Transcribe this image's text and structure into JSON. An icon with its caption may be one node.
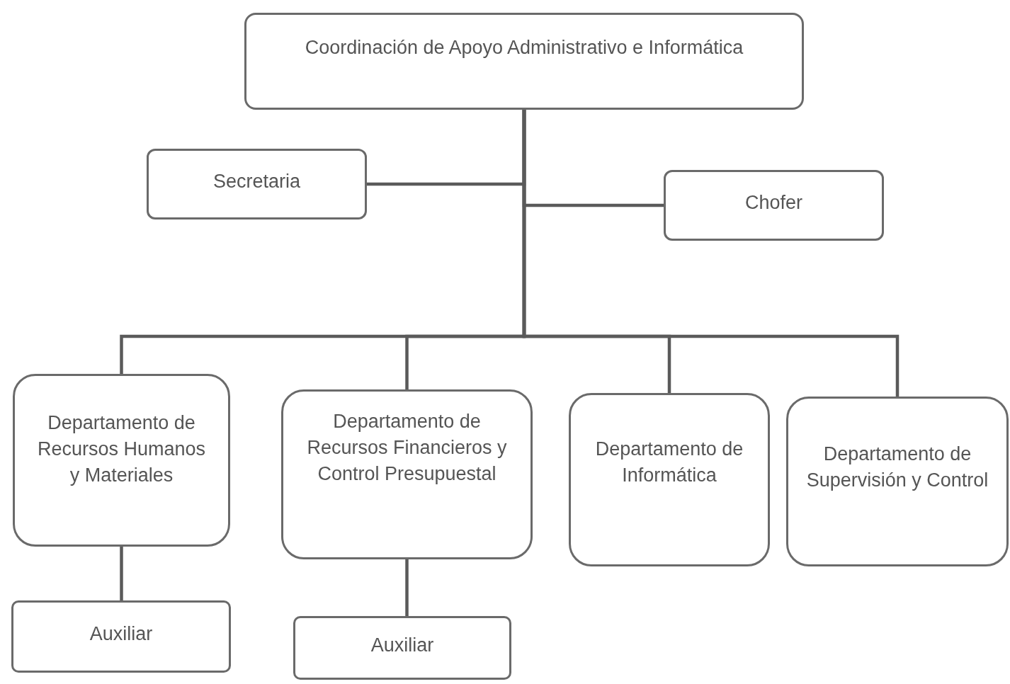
{
  "diagram": {
    "nodes": [
      {
        "text": [
          "Coordinación de Apoyo Administrativo e Informática"
        ]
      },
      {
        "text": [
          "Secretaria"
        ]
      },
      {
        "text": [
          "Chofer"
        ]
      },
      {
        "text": [
          "Departamento de Recursos Humanos y Materiales"
        ]
      },
      {
        "text": [
          "Departamento de Recursos Financieros y Control Presupuestal"
        ]
      },
      {
        "text": [
          "Departamento de Informática"
        ]
      },
      {
        "text": [
          "Departamento de Supervisión y Control"
        ]
      },
      {
        "text": [
          "Auxiliar"
        ]
      },
      {
        "text": [
          "Auxiliar"
        ]
      }
    ],
    "edges": [
      {
        "from": 0,
        "to": 1,
        "arrow": "none"
      },
      {
        "from": 0,
        "to": 2,
        "arrow": "none"
      },
      {
        "from": 0,
        "to": 3,
        "arrow": "none"
      },
      {
        "from": 0,
        "to": 4,
        "arrow": "none"
      },
      {
        "from": 0,
        "to": 5,
        "arrow": "none"
      },
      {
        "from": 0,
        "to": 6,
        "arrow": "none"
      },
      {
        "from": 3,
        "to": 7,
        "arrow": "none"
      },
      {
        "from": 4,
        "to": 8,
        "arrow": "none"
      }
    ]
  }
}
